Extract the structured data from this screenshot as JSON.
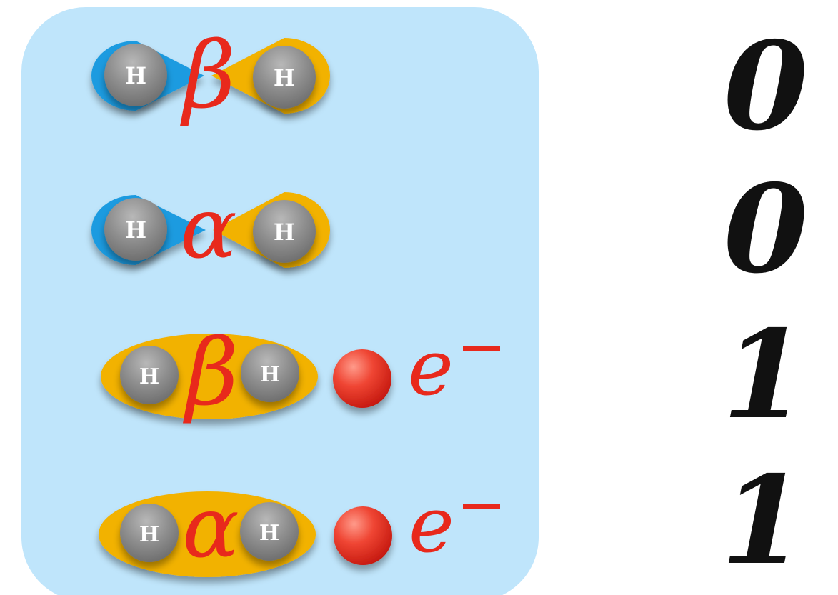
{
  "colors": {
    "panel": "#bfe5fb",
    "blue_orbital": "#1b9be0",
    "orange_orbital": "#f2b205",
    "greek_text": "#e8291c",
    "value_text": "#111111",
    "atom_fill": "#8d8d8d",
    "electron_fill": "#e83a2c"
  },
  "rows": [
    {
      "type": "two-center",
      "orbital_colors": [
        "blue",
        "orange"
      ],
      "atoms": [
        "H",
        "H"
      ],
      "greek": "β",
      "value": "0"
    },
    {
      "type": "two-center",
      "orbital_colors": [
        "blue",
        "orange"
      ],
      "atoms": [
        "H",
        "H"
      ],
      "greek": "α",
      "value": "0"
    },
    {
      "type": "ionized",
      "orbital_colors": [
        "orange"
      ],
      "atoms": [
        "H",
        "H"
      ],
      "greek": "β",
      "electron": "e",
      "electron_charge": "−",
      "value": "1"
    },
    {
      "type": "ionized",
      "orbital_colors": [
        "orange"
      ],
      "atoms": [
        "H",
        "H"
      ],
      "greek": "α",
      "electron": "e",
      "electron_charge": "−",
      "value": "1"
    }
  ]
}
